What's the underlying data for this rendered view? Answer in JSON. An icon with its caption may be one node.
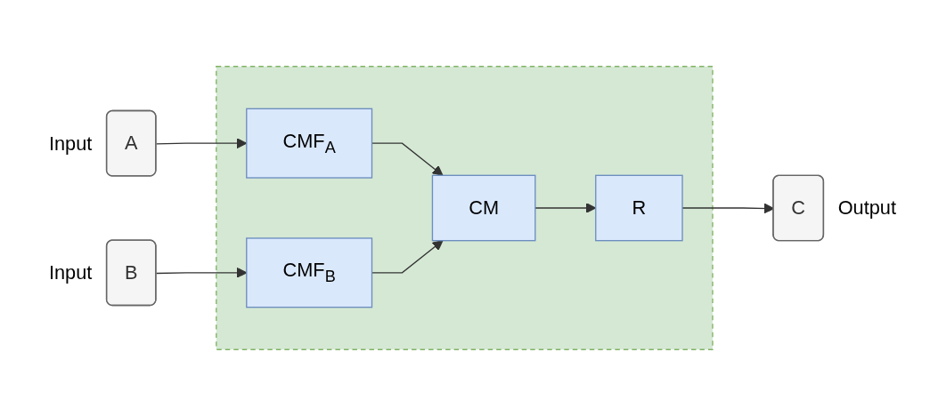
{
  "diagram": {
    "nodes": [
      {
        "text": [],
        "shape": "box"
      },
      {
        "text": [
          "A"
        ],
        "beside": [
          "Input"
        ]
      },
      {
        "text": [
          "CMF$_{A}$"
        ],
        "in": 0
      },
      {
        "text": [
          "CM"
        ],
        "in": 0
      },
      {
        "text": [
          "R"
        ],
        "in": 0
      },
      {
        "text": [
          "C"
        ],
        "beside": [
          "Output"
        ]
      },
      {
        "text": [
          "B"
        ],
        "beside": [
          "Input"
        ]
      },
      {
        "text": [
          "CMF$_{B}$"
        ],
        "in": 0
      }
    ],
    "edges": [
      {
        "from": 1,
        "to": 2,
        "arrow": "to"
      },
      {
        "from": 2,
        "to": 3,
        "arrow": "to"
      },
      {
        "from": 3,
        "to": 4,
        "arrow": "to"
      },
      {
        "from": 4,
        "to": 5,
        "arrow": "to"
      },
      {
        "from": 6,
        "to": 7,
        "arrow": "to"
      },
      {
        "from": 7,
        "to": 3,
        "arrow": "to"
      }
    ]
  }
}
